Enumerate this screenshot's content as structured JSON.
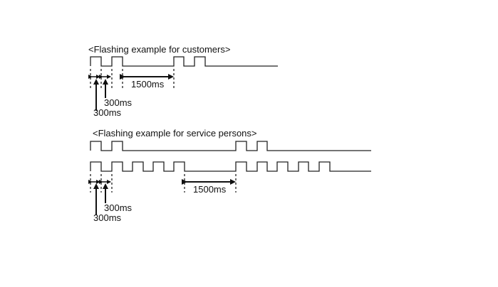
{
  "customers": {
    "title": "<Flashing example for customers>",
    "pulse_label_a": "300ms",
    "pulse_label_b": "300ms",
    "gap_label": "1500ms"
  },
  "service": {
    "title": "<Flashing example for service persons>",
    "pulse_label_a": "300ms",
    "pulse_label_b": "300ms",
    "gap_label": "1500ms"
  }
}
